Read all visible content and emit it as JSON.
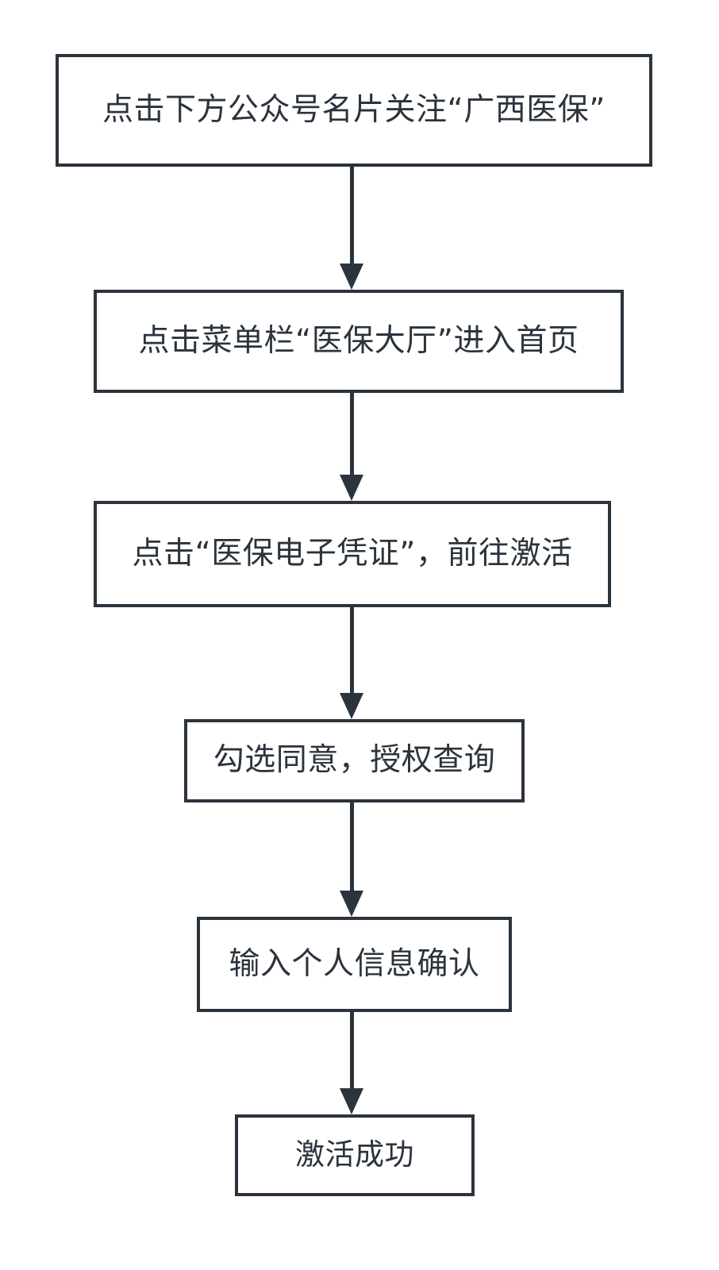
{
  "diagram": {
    "type": "flowchart",
    "orientation": "vertical-top-to-bottom",
    "background_color": "#ffffff",
    "line_color": "#2b333c",
    "text_color": "#2b333c",
    "nodes": [
      {
        "id": "step-1",
        "label": "点击下方公众号名片关注“广西医保”"
      },
      {
        "id": "step-2",
        "label": "点击菜单栏“医保大厅”进入首页"
      },
      {
        "id": "step-3",
        "label": "点击“医保电子凭证”，前往激活"
      },
      {
        "id": "step-4",
        "label": "勾选同意，授权查询"
      },
      {
        "id": "step-5",
        "label": "输入个人信息确认"
      },
      {
        "id": "step-6",
        "label": "激活成功"
      }
    ],
    "edges": [
      {
        "from": "step-1",
        "to": "step-2",
        "marker": "arrow"
      },
      {
        "from": "step-2",
        "to": "step-3",
        "marker": "arrow"
      },
      {
        "from": "step-3",
        "to": "step-4",
        "marker": "arrow"
      },
      {
        "from": "step-4",
        "to": "step-5",
        "marker": "arrow"
      },
      {
        "from": "step-5",
        "to": "step-6",
        "marker": "arrow"
      }
    ]
  }
}
